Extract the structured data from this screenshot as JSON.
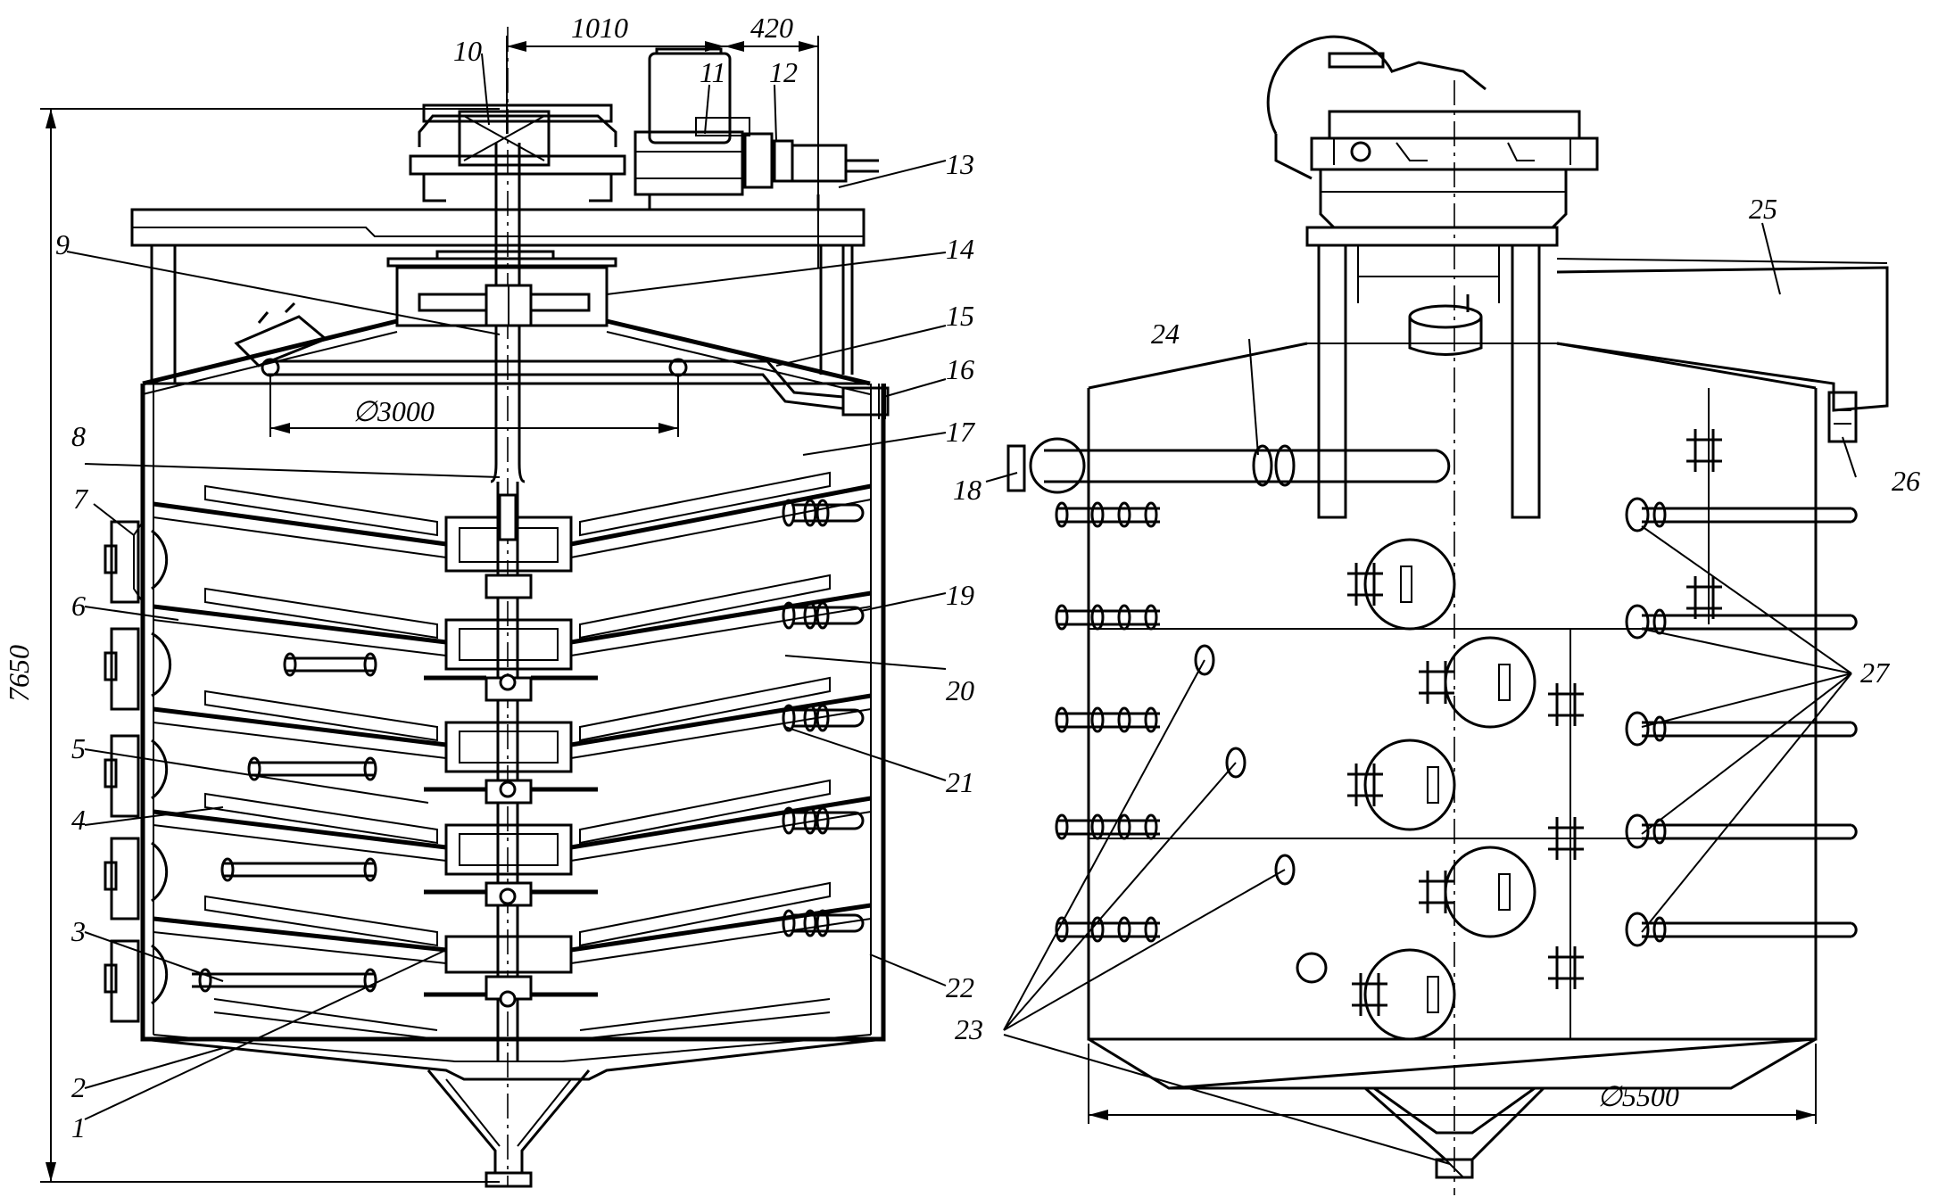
{
  "callouts": [
    "1",
    "2",
    "3",
    "4",
    "5",
    "6",
    "7",
    "8",
    "9",
    "10",
    "11",
    "12",
    "13",
    "14",
    "15",
    "16",
    "17",
    "18",
    "19",
    "20",
    "21",
    "22",
    "23",
    "24",
    "25",
    "26",
    "27"
  ],
  "dimensions": {
    "height": "7650",
    "offset_motor": "1010",
    "offset_drive": "420",
    "dia_top": "∅3000",
    "dia_body": "∅5500"
  }
}
